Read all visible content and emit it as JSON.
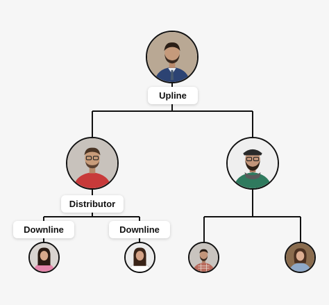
{
  "nodes": {
    "upline": {
      "label": "Upline"
    },
    "distributor": {
      "label": "Distributor"
    },
    "downline_left": {
      "label": "Downline"
    },
    "downline_right": {
      "label": "Downline"
    }
  },
  "colors": {
    "background": "#f6f6f6",
    "connector": "#111111",
    "label_background": "#ffffff"
  }
}
